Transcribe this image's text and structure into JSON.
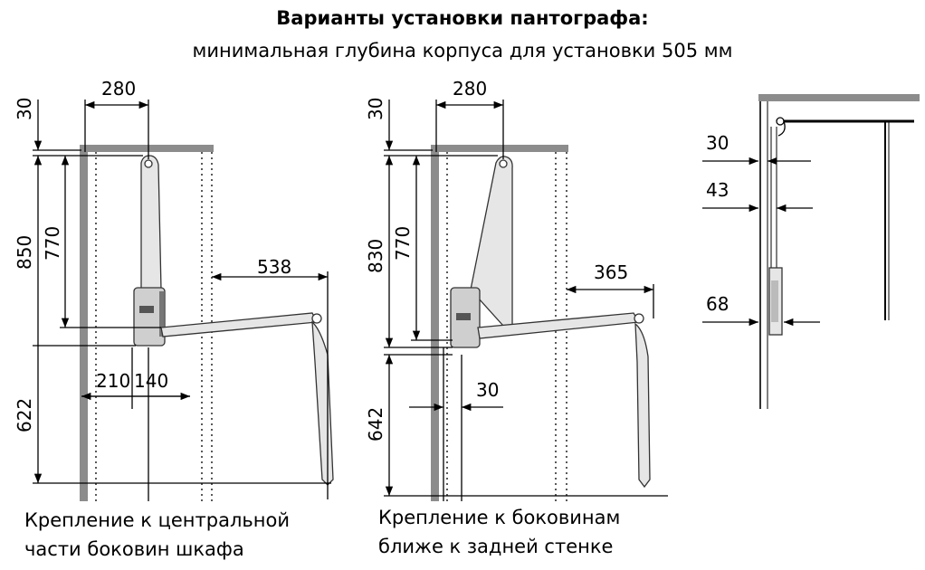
{
  "title": "Варианты установки пантографа:",
  "subtitle": "минимальная глубина корпуса для установки 505 мм",
  "left": {
    "caption_line1": "Крепление к центральной",
    "caption_line2": "части боковин шкафа",
    "dim_top_width": "280",
    "dim_top_offset": "30",
    "dim_total_height": "850",
    "dim_arm_height": "770",
    "dim_extension": "538",
    "dim_left_offset": "210",
    "dim_right_offset": "140",
    "dim_floor_height": "622"
  },
  "middle": {
    "caption_line1": "Крепление к боковинам",
    "caption_line2": "ближе к задней стенке",
    "dim_top_width": "280",
    "dim_top_offset": "30",
    "dim_total_height": "830",
    "dim_arm_height": "770",
    "dim_extension": "365",
    "dim_offset": "30",
    "dim_floor_height": "642"
  },
  "right": {
    "dim_a": "30",
    "dim_b": "43",
    "dim_c": "68"
  },
  "colors": {
    "panel": "#8c8c8c",
    "mechanism": "#555555",
    "line": "#000000"
  }
}
